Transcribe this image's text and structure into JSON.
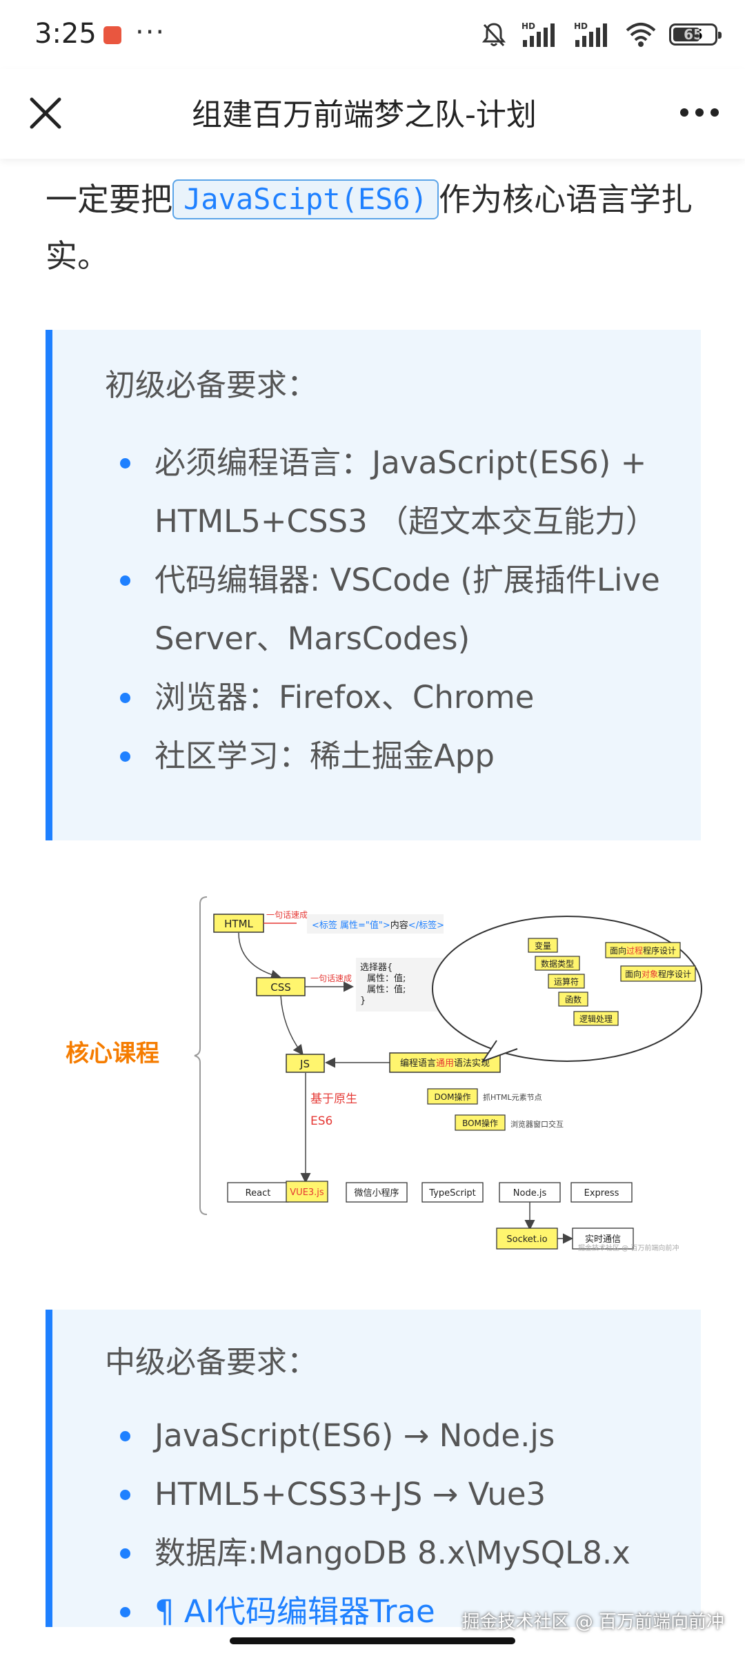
{
  "status_bar": {
    "time": "3:25",
    "dots": "···",
    "battery": "65",
    "icons": [
      "app-icon",
      "mute-bell-icon",
      "hd-signal-icon",
      "hd-signal-icon",
      "wifi-icon",
      "battery-icon"
    ]
  },
  "nav": {
    "close_icon": "close-icon",
    "title": "组建百万前端梦之队-计划",
    "more_icon": "more-icon"
  },
  "intro": {
    "before": "一定要把",
    "code": "JavaScipt(ES6)",
    "after": "作为核心语言学扎实。"
  },
  "card1": {
    "heading": "初级必备要求：",
    "items": [
      "必须编程语言：JavaScript(ES6) + HTML5+CSS3 （超文本交互能力）",
      "代码编辑器: VSCode (扩展插件Live Server、MarsCodes)",
      "浏览器：Firefox、Chrome",
      "社区学习：稀土掘金App"
    ]
  },
  "diagram": {
    "core_label": "核心课程",
    "html_box": "HTML",
    "css_box": "CSS",
    "js_box": "JS",
    "html_note": "一句话速成",
    "html_code_1": "<标签 属性=\"值\">",
    "html_code_2": "内容",
    "html_code_3": "</标签>",
    "css_note": "一句话速成",
    "css_code_line1": "选择器{",
    "css_code_line2": "属性：值;",
    "css_code_line3": "属性：值;",
    "css_code_line4": "}",
    "lang_impl_pre": "编程语言",
    "lang_impl_hl": "通用",
    "lang_impl_post": "语法实现",
    "bubble_items": [
      "变量",
      "数据类型",
      "运算符",
      "函数",
      "逻辑处理"
    ],
    "pp_pre": "面向",
    "pp_hl": "过程",
    "pp_post": "程序设计",
    "oop_pre": "面向",
    "oop_hl": "对象",
    "oop_post": "程序设计",
    "dom_box": "DOM操作",
    "dom_desc": "抓HTML元素节点",
    "bom_box": "BOM操作",
    "bom_desc": "浏览器窗口交互",
    "native_label": "基于原生",
    "es6_label": "ES6",
    "bottom_row": [
      "React",
      "VUE3.js",
      "微信小程序",
      "TypeScript",
      "Node.js",
      "Express"
    ],
    "socket_box": "Socket.io",
    "realtime_box": "实时通信",
    "small_watermark": "掘金技术社区 @ 百万前端向前冲"
  },
  "card2": {
    "heading": "中级必备要求：",
    "items": [
      "JavaScript(ES6) → Node.js",
      "HTML5+CSS3+JS → Vue3",
      "数据库:MangoDB 8.x\\MySQL8.x",
      "¶ AI代码编辑器Trae"
    ]
  },
  "watermark": "掘金技术社区 @ 百万前端向前冲",
  "colors": {
    "accent": "#1e80ff",
    "card_bg": "#eef6fd",
    "box_yellow": "#fff56e",
    "orange_label": "#f57c00",
    "red_text": "#e53935"
  }
}
